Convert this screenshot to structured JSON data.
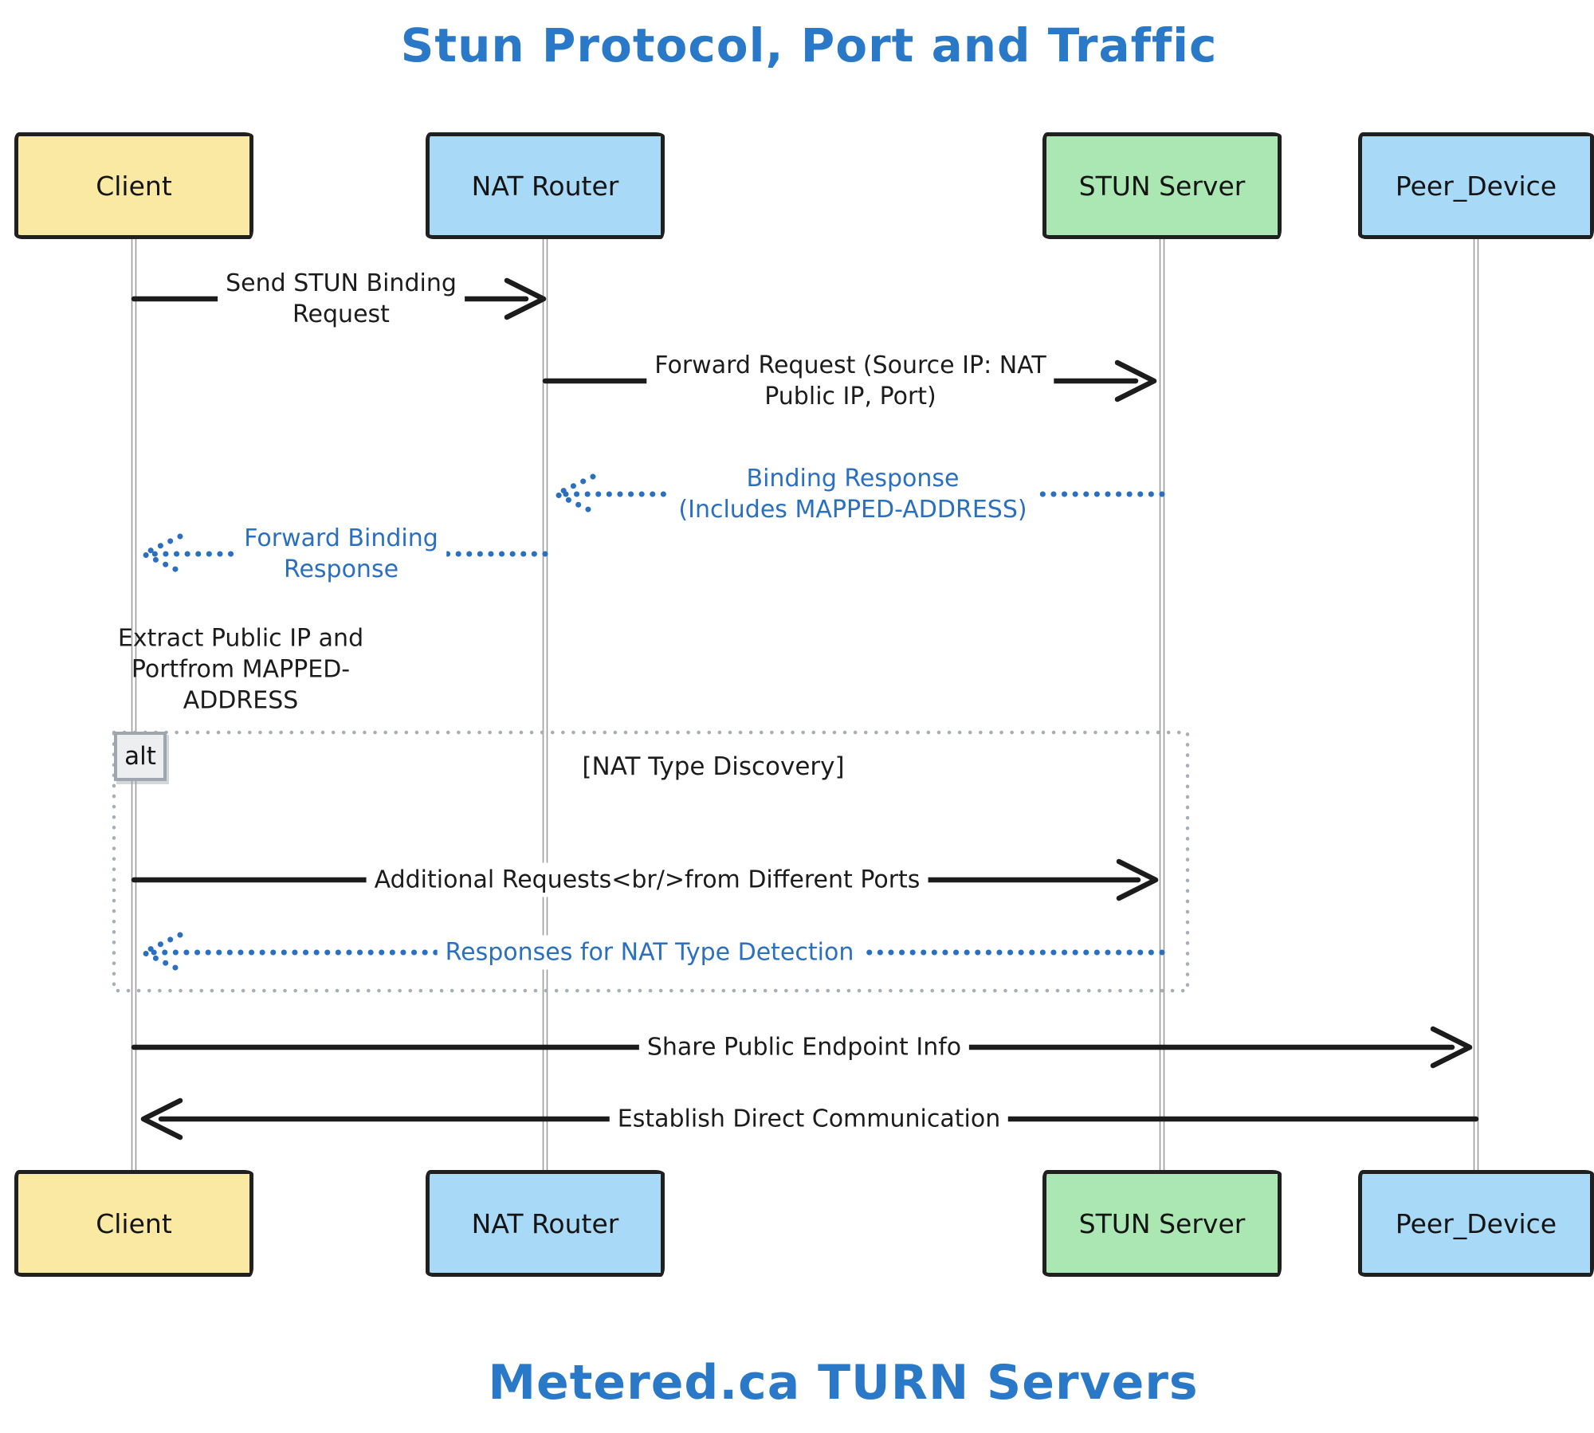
{
  "diagram": {
    "title": "Stun Protocol, Port and Traffic",
    "footer": "Metered.ca TURN Servers",
    "type": "sequence-diagram",
    "colors": {
      "title_text": "#2979C8",
      "message_dotted": "#2B6FBF",
      "message_solid": "#1C1C1C",
      "actor_client_fill": "#F9E9A3",
      "actor_nat_router_fill": "#A8D9F7",
      "actor_stun_server_fill": "#ABE7B2",
      "actor_peer_device_fill": "#A8D9F7",
      "actor_border": "#202020",
      "lifeline": "#9C9C9C",
      "alt_frame_border": "#A8AEB6",
      "alt_tag_fill": "#ECEEF0"
    }
  },
  "actors": {
    "client": {
      "label": "Client"
    },
    "nat_router": {
      "label": "NAT Router"
    },
    "stun_server": {
      "label": "STUN Server"
    },
    "peer_device": {
      "label": "Peer_Device"
    }
  },
  "messages": {
    "send_binding_request": {
      "from": "Client",
      "to": "NAT Router",
      "line": "solid",
      "label": "Send STUN Binding\nRequest"
    },
    "forward_request": {
      "from": "NAT Router",
      "to": "STUN Server",
      "line": "solid",
      "label": "Forward Request (Source IP: NAT\nPublic IP, Port)"
    },
    "binding_response": {
      "from": "STUN Server",
      "to": "NAT Router",
      "line": "dotted",
      "label": "Binding Response\n(Includes MAPPED-ADDRESS)"
    },
    "forward_binding_response": {
      "from": "NAT Router",
      "to": "Client",
      "line": "dotted",
      "label": "Forward Binding\nResponse"
    },
    "extract_note": {
      "actor": "Client",
      "label": "Extract Public IP and\nPortfrom MAPPED-\nADDRESS"
    },
    "additional_requests": {
      "from": "Client",
      "to": "STUN Server",
      "line": "solid",
      "label": "Additional Requests<br/>from Different Ports"
    },
    "responses_nat_detection": {
      "from": "STUN Server",
      "to": "Client",
      "line": "dotted",
      "label": "Responses for NAT Type Detection"
    },
    "share_endpoint_info": {
      "from": "Client",
      "to": "Peer_Device",
      "line": "solid",
      "label": "Share Public Endpoint Info"
    },
    "establish_direct_communication": {
      "from": "Peer_Device",
      "to": "Client",
      "line": "solid",
      "label": "Establish Direct Communication"
    }
  },
  "alt_frame": {
    "tag": "alt",
    "condition": "[NAT Type Discovery]"
  }
}
